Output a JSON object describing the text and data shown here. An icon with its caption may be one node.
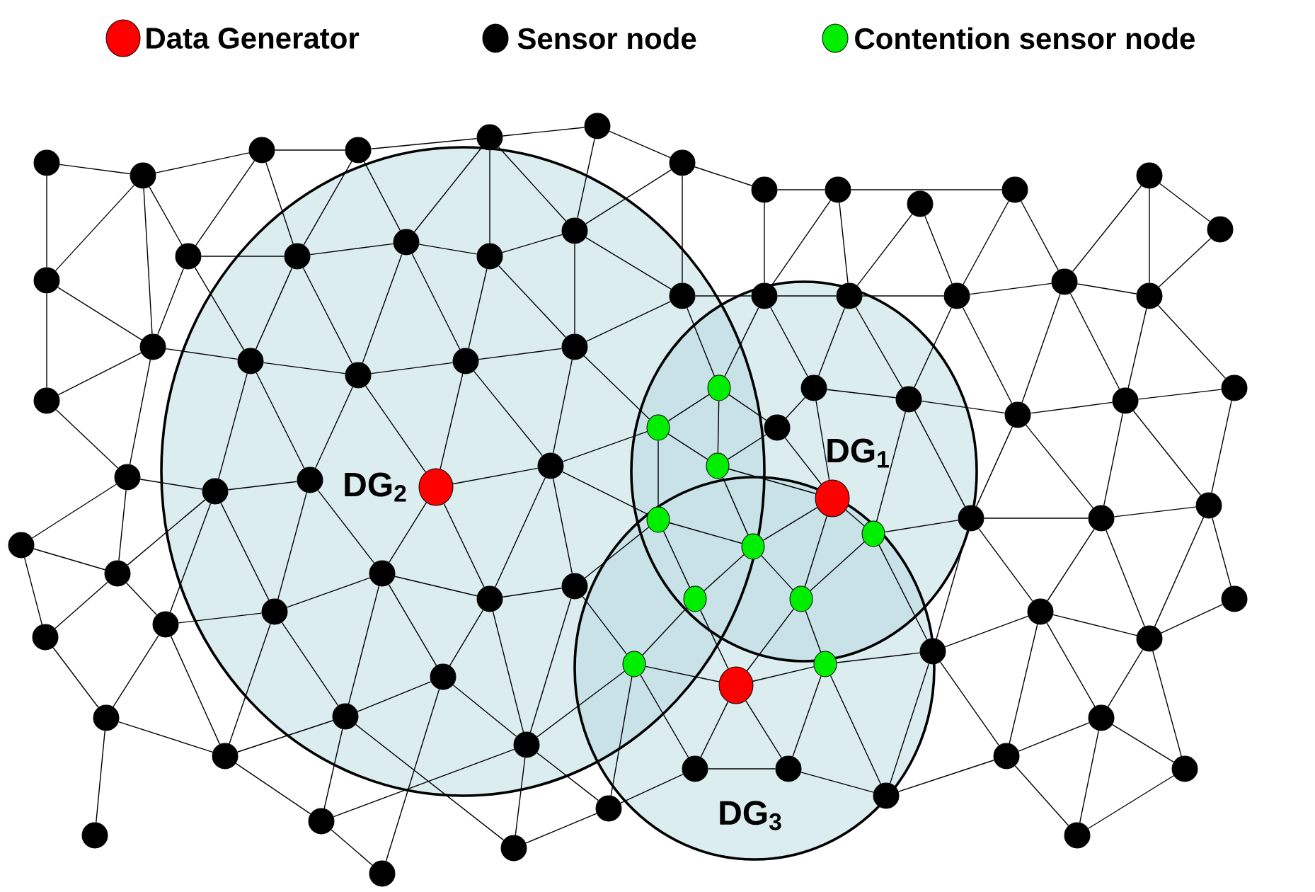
{
  "diagram": {
    "nodes": [
      {
        "text": [],
        "shape": "circle"
      },
      {
        "text": [],
        "shape": "circle"
      },
      {
        "text": [],
        "shape": "circle"
      },
      {
        "text": [],
        "shape": "circle"
      },
      {
        "text": [],
        "shape": "circle"
      },
      {
        "text": [],
        "shape": "circle"
      },
      {
        "text": [],
        "shape": "circle"
      },
      {
        "text": [],
        "shape": "circle"
      },
      {
        "text": [],
        "shape": "circle"
      },
      {
        "text": [],
        "shape": "circle"
      },
      {
        "text": [],
        "shape": "circle"
      },
      {
        "text": [],
        "shape": "circle"
      },
      {
        "text": [],
        "shape": "circle"
      },
      {
        "text": [],
        "shape": "circle"
      },
      {
        "text": [],
        "shape": "circle"
      },
      {
        "text": [],
        "shape": "circle"
      },
      {
        "text": [],
        "shape": "circle"
      },
      {
        "text": [],
        "shape": "circle"
      },
      {
        "text": [],
        "shape": "circle"
      },
      {
        "text": [],
        "shape": "circle"
      },
      {
        "text": [],
        "shape": "circle"
      },
      {
        "text": [],
        "shape": "circle"
      },
      {
        "text": [],
        "shape": "circle"
      },
      {
        "text": [],
        "shape": "circle"
      },
      {
        "text": [],
        "shape": "circle"
      },
      {
        "text": [],
        "shape": "circle"
      },
      {
        "text": [],
        "shape": "circle"
      },
      {
        "text": [],
        "shape": "circle"
      },
      {
        "text": [],
        "shape": "circle"
      },
      {
        "text": [],
        "shape": "circle"
      },
      {
        "text": [],
        "shape": "circle"
      },
      {
        "text": [],
        "shape": "circle"
      },
      {
        "text": [],
        "shape": "circle"
      },
      {
        "text": [],
        "shape": "circle"
      },
      {
        "text": [],
        "shape": "circle"
      },
      {
        "text": [],
        "shape": "circle"
      },
      {
        "text": [],
        "shape": "circle"
      },
      {
        "text": [],
        "shape": "circle"
      },
      {
        "text": [],
        "shape": "circle"
      },
      {
        "text": [],
        "shape": "circle"
      },
      {
        "text": [],
        "shape": "circle"
      },
      {
        "text": [],
        "shape": "circle"
      },
      {
        "text": [],
        "shape": "circle"
      },
      {
        "text": [],
        "shape": "circle",
        "beside": [
          "DG$_{2}$"
        ]
      },
      {
        "text": [],
        "shape": "circle"
      },
      {
        "text": [],
        "shape": "circle",
        "beside": [
          "DG$_{1}$"
        ]
      },
      {
        "text": [],
        "shape": "circle"
      },
      {
        "text": [],
        "shape": "circle"
      },
      {
        "text": [],
        "shape": "circle"
      },
      {
        "text": [],
        "shape": "circle"
      },
      {
        "text": [],
        "shape": "circle"
      },
      {
        "text": [],
        "shape": "circle"
      },
      {
        "text": [],
        "shape": "circle"
      },
      {
        "text": [],
        "shape": "circle"
      },
      {
        "text": [],
        "shape": "circle"
      },
      {
        "text": [],
        "shape": "circle"
      },
      {
        "text": [],
        "shape": "circle"
      },
      {
        "text": [],
        "shape": "circle"
      },
      {
        "text": [],
        "shape": "circle"
      },
      {
        "text": [],
        "shape": "circle"
      },
      {
        "text": [],
        "shape": "circle"
      },
      {
        "text": [],
        "shape": "circle"
      },
      {
        "text": [],
        "shape": "circle"
      },
      {
        "text": [],
        "shape": "circle"
      },
      {
        "text": [],
        "shape": "circle"
      },
      {
        "text": [],
        "shape": "circle"
      },
      {
        "text": [],
        "shape": "circle"
      },
      {
        "text": [],
        "shape": "circle"
      },
      {
        "text": [],
        "shape": "circle"
      },
      {
        "text": [],
        "shape": "circle"
      },
      {
        "text": [],
        "shape": "circle"
      },
      {
        "text": [],
        "shape": "circle"
      },
      {
        "text": [],
        "shape": "circle"
      },
      {
        "text": [],
        "shape": "circle"
      },
      {
        "text": [],
        "shape": "circle"
      },
      {
        "text": [],
        "shape": "circle"
      },
      {
        "text": [],
        "shape": "circle"
      },
      {
        "text": [],
        "shape": "circle"
      },
      {
        "text": [],
        "shape": "circle"
      },
      {
        "text": [],
        "shape": "circle"
      },
      {
        "text": [],
        "shape": "circle"
      },
      {
        "text": [],
        "shape": "circle"
      },
      {
        "text": [],
        "shape": "circle"
      },
      {
        "text": [],
        "shape": "circle"
      },
      {
        "text": [],
        "shape": "circle"
      },
      {
        "text": [],
        "shape": "circle"
      }
    ],
    "edges": [
      {
        "from": 0,
        "to": 1,
        "arrow": "none"
      },
      {
        "from": 0,
        "to": 18,
        "arrow": "none"
      },
      {
        "from": 1,
        "to": 2,
        "arrow": "none"
      },
      {
        "from": 1,
        "to": 13,
        "arrow": "none"
      },
      {
        "from": 1,
        "to": 18,
        "arrow": "none"
      },
      {
        "from": 1,
        "to": 19,
        "arrow": "none"
      },
      {
        "from": 2,
        "to": 3,
        "arrow": "none"
      },
      {
        "from": 2,
        "to": 13,
        "arrow": "none"
      },
      {
        "from": 2,
        "to": 14,
        "arrow": "none"
      },
      {
        "from": 3,
        "to": 14,
        "arrow": "none"
      },
      {
        "from": 3,
        "to": 15,
        "arrow": "none"
      },
      {
        "from": 3,
        "to": 4,
        "arrow": "none"
      },
      {
        "from": 4,
        "to": 5,
        "arrow": "none"
      },
      {
        "from": 4,
        "to": 15,
        "arrow": "none"
      },
      {
        "from": 4,
        "to": 16,
        "arrow": "none"
      },
      {
        "from": 4,
        "to": 17,
        "arrow": "none"
      },
      {
        "from": 5,
        "to": 17,
        "arrow": "none"
      },
      {
        "from": 5,
        "to": 6,
        "arrow": "none"
      },
      {
        "from": 6,
        "to": 17,
        "arrow": "none"
      },
      {
        "from": 6,
        "to": 24,
        "arrow": "none"
      },
      {
        "from": 6,
        "to": 7,
        "arrow": "none"
      },
      {
        "from": 7,
        "to": 8,
        "arrow": "none"
      },
      {
        "from": 7,
        "to": 25,
        "arrow": "none"
      },
      {
        "from": 8,
        "to": 10,
        "arrow": "none"
      },
      {
        "from": 8,
        "to": 25,
        "arrow": "none"
      },
      {
        "from": 8,
        "to": 26,
        "arrow": "none"
      },
      {
        "from": 9,
        "to": 26,
        "arrow": "none"
      },
      {
        "from": 9,
        "to": 27,
        "arrow": "none"
      },
      {
        "from": 10,
        "to": 27,
        "arrow": "none"
      },
      {
        "from": 10,
        "to": 28,
        "arrow": "none"
      },
      {
        "from": 11,
        "to": 28,
        "arrow": "none"
      },
      {
        "from": 11,
        "to": 29,
        "arrow": "none"
      },
      {
        "from": 11,
        "to": 12,
        "arrow": "none"
      },
      {
        "from": 12,
        "to": 29,
        "arrow": "none"
      },
      {
        "from": 13,
        "to": 14,
        "arrow": "none"
      },
      {
        "from": 13,
        "to": 19,
        "arrow": "none"
      },
      {
        "from": 13,
        "to": 20,
        "arrow": "none"
      },
      {
        "from": 14,
        "to": 15,
        "arrow": "none"
      },
      {
        "from": 14,
        "to": 20,
        "arrow": "none"
      },
      {
        "from": 14,
        "to": 21,
        "arrow": "none"
      },
      {
        "from": 15,
        "to": 16,
        "arrow": "none"
      },
      {
        "from": 15,
        "to": 21,
        "arrow": "none"
      },
      {
        "from": 15,
        "to": 22,
        "arrow": "none"
      },
      {
        "from": 16,
        "to": 17,
        "arrow": "none"
      },
      {
        "from": 16,
        "to": 22,
        "arrow": "none"
      },
      {
        "from": 16,
        "to": 23,
        "arrow": "none"
      },
      {
        "from": 17,
        "to": 23,
        "arrow": "none"
      },
      {
        "from": 17,
        "to": 24,
        "arrow": "none"
      },
      {
        "from": 18,
        "to": 19,
        "arrow": "none"
      },
      {
        "from": 18,
        "to": 30,
        "arrow": "none"
      },
      {
        "from": 19,
        "to": 20,
        "arrow": "none"
      },
      {
        "from": 19,
        "to": 30,
        "arrow": "none"
      },
      {
        "from": 19,
        "to": 40,
        "arrow": "none"
      },
      {
        "from": 20,
        "to": 21,
        "arrow": "none"
      },
      {
        "from": 20,
        "to": 41,
        "arrow": "none"
      },
      {
        "from": 20,
        "to": 42,
        "arrow": "none"
      },
      {
        "from": 21,
        "to": 22,
        "arrow": "none"
      },
      {
        "from": 21,
        "to": 42,
        "arrow": "none"
      },
      {
        "from": 21,
        "to": 43,
        "arrow": "none"
      },
      {
        "from": 22,
        "to": 23,
        "arrow": "none"
      },
      {
        "from": 22,
        "to": 43,
        "arrow": "none"
      },
      {
        "from": 22,
        "to": 44,
        "arrow": "none"
      },
      {
        "from": 23,
        "to": 24,
        "arrow": "none"
      },
      {
        "from": 23,
        "to": 44,
        "arrow": "none"
      },
      {
        "from": 23,
        "to": 38,
        "arrow": "none"
      },
      {
        "from": 24,
        "to": 25,
        "arrow": "none"
      },
      {
        "from": 24,
        "to": 31,
        "arrow": "none"
      },
      {
        "from": 25,
        "to": 26,
        "arrow": "none"
      },
      {
        "from": 25,
        "to": 31,
        "arrow": "none"
      },
      {
        "from": 25,
        "to": 32,
        "arrow": "none"
      },
      {
        "from": 26,
        "to": 27,
        "arrow": "none"
      },
      {
        "from": 26,
        "to": 32,
        "arrow": "none"
      },
      {
        "from": 26,
        "to": 34,
        "arrow": "none"
      },
      {
        "from": 27,
        "to": 28,
        "arrow": "none"
      },
      {
        "from": 27,
        "to": 34,
        "arrow": "none"
      },
      {
        "from": 27,
        "to": 35,
        "arrow": "none"
      },
      {
        "from": 28,
        "to": 29,
        "arrow": "none"
      },
      {
        "from": 28,
        "to": 35,
        "arrow": "none"
      },
      {
        "from": 28,
        "to": 36,
        "arrow": "none"
      },
      {
        "from": 29,
        "to": 36,
        "arrow": "none"
      },
      {
        "from": 29,
        "to": 37,
        "arrow": "none"
      },
      {
        "from": 30,
        "to": 40,
        "arrow": "none"
      },
      {
        "from": 31,
        "to": 38,
        "arrow": "none"
      },
      {
        "from": 31,
        "to": 39,
        "arrow": "none"
      },
      {
        "from": 31,
        "to": 33,
        "arrow": "none"
      },
      {
        "from": 32,
        "to": 33,
        "arrow": "none"
      },
      {
        "from": 32,
        "to": 34,
        "arrow": "none"
      },
      {
        "from": 32,
        "to": 45,
        "arrow": "none"
      },
      {
        "from": 33,
        "to": 39,
        "arrow": "none"
      },
      {
        "from": 33,
        "to": 45,
        "arrow": "none"
      },
      {
        "from": 34,
        "to": 35,
        "arrow": "none"
      },
      {
        "from": 34,
        "to": 49,
        "arrow": "none"
      },
      {
        "from": 34,
        "to": 48,
        "arrow": "none"
      },
      {
        "from": 35,
        "to": 36,
        "arrow": "none"
      },
      {
        "from": 35,
        "to": 49,
        "arrow": "none"
      },
      {
        "from": 35,
        "to": 50,
        "arrow": "none"
      },
      {
        "from": 36,
        "to": 37,
        "arrow": "none"
      },
      {
        "from": 36,
        "to": 50,
        "arrow": "none"
      },
      {
        "from": 36,
        "to": 51,
        "arrow": "none"
      },
      {
        "from": 37,
        "to": 51,
        "arrow": "none"
      },
      {
        "from": 38,
        "to": 39,
        "arrow": "none"
      },
      {
        "from": 38,
        "to": 46,
        "arrow": "none"
      },
      {
        "from": 38,
        "to": 44,
        "arrow": "none"
      },
      {
        "from": 39,
        "to": 45,
        "arrow": "none"
      },
      {
        "from": 39,
        "to": 47,
        "arrow": "none"
      },
      {
        "from": 40,
        "to": 41,
        "arrow": "none"
      },
      {
        "from": 40,
        "to": 52,
        "arrow": "none"
      },
      {
        "from": 40,
        "to": 53,
        "arrow": "none"
      },
      {
        "from": 41,
        "to": 42,
        "arrow": "none"
      },
      {
        "from": 41,
        "to": 53,
        "arrow": "none"
      },
      {
        "from": 41,
        "to": 54,
        "arrow": "none"
      },
      {
        "from": 41,
        "to": 55,
        "arrow": "none"
      },
      {
        "from": 42,
        "to": 55,
        "arrow": "none"
      },
      {
        "from": 42,
        "to": 56,
        "arrow": "none"
      },
      {
        "from": 43,
        "to": 44,
        "arrow": "none"
      },
      {
        "from": 43,
        "to": 56,
        "arrow": "none"
      },
      {
        "from": 43,
        "to": 57,
        "arrow": "none"
      },
      {
        "from": 44,
        "to": 57,
        "arrow": "none"
      },
      {
        "from": 44,
        "to": 58,
        "arrow": "none"
      },
      {
        "from": 44,
        "to": 46,
        "arrow": "none"
      },
      {
        "from": 45,
        "to": 47,
        "arrow": "none"
      },
      {
        "from": 45,
        "to": 60,
        "arrow": "none"
      },
      {
        "from": 45,
        "to": 48,
        "arrow": "none"
      },
      {
        "from": 46,
        "to": 47,
        "arrow": "none"
      },
      {
        "from": 46,
        "to": 59,
        "arrow": "none"
      },
      {
        "from": 46,
        "to": 58,
        "arrow": "none"
      },
      {
        "from": 47,
        "to": 59,
        "arrow": "none"
      },
      {
        "from": 47,
        "to": 60,
        "arrow": "none"
      },
      {
        "from": 48,
        "to": 49,
        "arrow": "none"
      },
      {
        "from": 48,
        "to": 60,
        "arrow": "none"
      },
      {
        "from": 48,
        "to": 71,
        "arrow": "none"
      },
      {
        "from": 49,
        "to": 50,
        "arrow": "none"
      },
      {
        "from": 49,
        "to": 71,
        "arrow": "none"
      },
      {
        "from": 49,
        "to": 61,
        "arrow": "none"
      },
      {
        "from": 50,
        "to": 51,
        "arrow": "none"
      },
      {
        "from": 50,
        "to": 61,
        "arrow": "none"
      },
      {
        "from": 50,
        "to": 62,
        "arrow": "none"
      },
      {
        "from": 51,
        "to": 62,
        "arrow": "none"
      },
      {
        "from": 51,
        "to": 63,
        "arrow": "none"
      },
      {
        "from": 52,
        "to": 53,
        "arrow": "none"
      },
      {
        "from": 52,
        "to": 64,
        "arrow": "none"
      },
      {
        "from": 53,
        "to": 54,
        "arrow": "none"
      },
      {
        "from": 53,
        "to": 64,
        "arrow": "none"
      },
      {
        "from": 54,
        "to": 55,
        "arrow": "none"
      },
      {
        "from": 54,
        "to": 74,
        "arrow": "none"
      },
      {
        "from": 54,
        "to": 65,
        "arrow": "none"
      },
      {
        "from": 55,
        "to": 56,
        "arrow": "none"
      },
      {
        "from": 55,
        "to": 65,
        "arrow": "none"
      },
      {
        "from": 55,
        "to": 66,
        "arrow": "none"
      },
      {
        "from": 56,
        "to": 57,
        "arrow": "none"
      },
      {
        "from": 56,
        "to": 66,
        "arrow": "none"
      },
      {
        "from": 56,
        "to": 67,
        "arrow": "none"
      },
      {
        "from": 57,
        "to": 58,
        "arrow": "none"
      },
      {
        "from": 57,
        "to": 67,
        "arrow": "none"
      },
      {
        "from": 57,
        "to": 77,
        "arrow": "none"
      },
      {
        "from": 58,
        "to": 77,
        "arrow": "none"
      },
      {
        "from": 58,
        "to": 68,
        "arrow": "none"
      },
      {
        "from": 59,
        "to": 68,
        "arrow": "none"
      },
      {
        "from": 59,
        "to": 69,
        "arrow": "none"
      },
      {
        "from": 60,
        "to": 69,
        "arrow": "none"
      },
      {
        "from": 60,
        "to": 70,
        "arrow": "none"
      },
      {
        "from": 61,
        "to": 62,
        "arrow": "none"
      },
      {
        "from": 61,
        "to": 71,
        "arrow": "none"
      },
      {
        "from": 61,
        "to": 82,
        "arrow": "none"
      },
      {
        "from": 61,
        "to": 72,
        "arrow": "none"
      },
      {
        "from": 62,
        "to": 63,
        "arrow": "none"
      },
      {
        "from": 62,
        "to": 72,
        "arrow": "none"
      },
      {
        "from": 62,
        "to": 73,
        "arrow": "none"
      },
      {
        "from": 64,
        "to": 74,
        "arrow": "none"
      },
      {
        "from": 65,
        "to": 74,
        "arrow": "none"
      },
      {
        "from": 65,
        "to": 66,
        "arrow": "none"
      },
      {
        "from": 65,
        "to": 75,
        "arrow": "none"
      },
      {
        "from": 66,
        "to": 67,
        "arrow": "none"
      },
      {
        "from": 66,
        "to": 75,
        "arrow": "none"
      },
      {
        "from": 66,
        "to": 85,
        "arrow": "none"
      },
      {
        "from": 67,
        "to": 77,
        "arrow": "none"
      },
      {
        "from": 67,
        "to": 76,
        "arrow": "none"
      },
      {
        "from": 68,
        "to": 69,
        "arrow": "none"
      },
      {
        "from": 68,
        "to": 77,
        "arrow": "none"
      },
      {
        "from": 68,
        "to": 78,
        "arrow": "none"
      },
      {
        "from": 68,
        "to": 79,
        "arrow": "none"
      },
      {
        "from": 69,
        "to": 70,
        "arrow": "none"
      },
      {
        "from": 69,
        "to": 79,
        "arrow": "none"
      },
      {
        "from": 69,
        "to": 80,
        "arrow": "none"
      },
      {
        "from": 70,
        "to": 80,
        "arrow": "none"
      },
      {
        "from": 70,
        "to": 81,
        "arrow": "none"
      },
      {
        "from": 70,
        "to": 71,
        "arrow": "none"
      },
      {
        "from": 71,
        "to": 82,
        "arrow": "none"
      },
      {
        "from": 71,
        "to": 81,
        "arrow": "none"
      },
      {
        "from": 72,
        "to": 82,
        "arrow": "none"
      },
      {
        "from": 72,
        "to": 83,
        "arrow": "none"
      },
      {
        "from": 72,
        "to": 73,
        "arrow": "none"
      },
      {
        "from": 73,
        "to": 83,
        "arrow": "none"
      },
      {
        "from": 74,
        "to": 84,
        "arrow": "none"
      },
      {
        "from": 75,
        "to": 76,
        "arrow": "none"
      },
      {
        "from": 75,
        "to": 77,
        "arrow": "none"
      },
      {
        "from": 77,
        "to": 78,
        "arrow": "none"
      },
      {
        "from": 77,
        "to": 85,
        "arrow": "none"
      },
      {
        "from": 78,
        "to": 79,
        "arrow": "none"
      },
      {
        "from": 78,
        "to": 85,
        "arrow": "none"
      },
      {
        "from": 79,
        "to": 80,
        "arrow": "none"
      },
      {
        "from": 80,
        "to": 81,
        "arrow": "none"
      },
      {
        "from": 81,
        "to": 82,
        "arrow": "none"
      },
      {
        "from": 82,
        "to": 83,
        "arrow": "none"
      }
    ],
    "labels": [
      "DG$_{3}$"
    ],
    "legend": [
      {
        "text": "Data Generator",
        "color": "#ff0000"
      },
      {
        "text": "Sensor node",
        "color": "#000000"
      },
      {
        "text": "Contention sensor node",
        "color": "#00ee00"
      }
    ]
  }
}
